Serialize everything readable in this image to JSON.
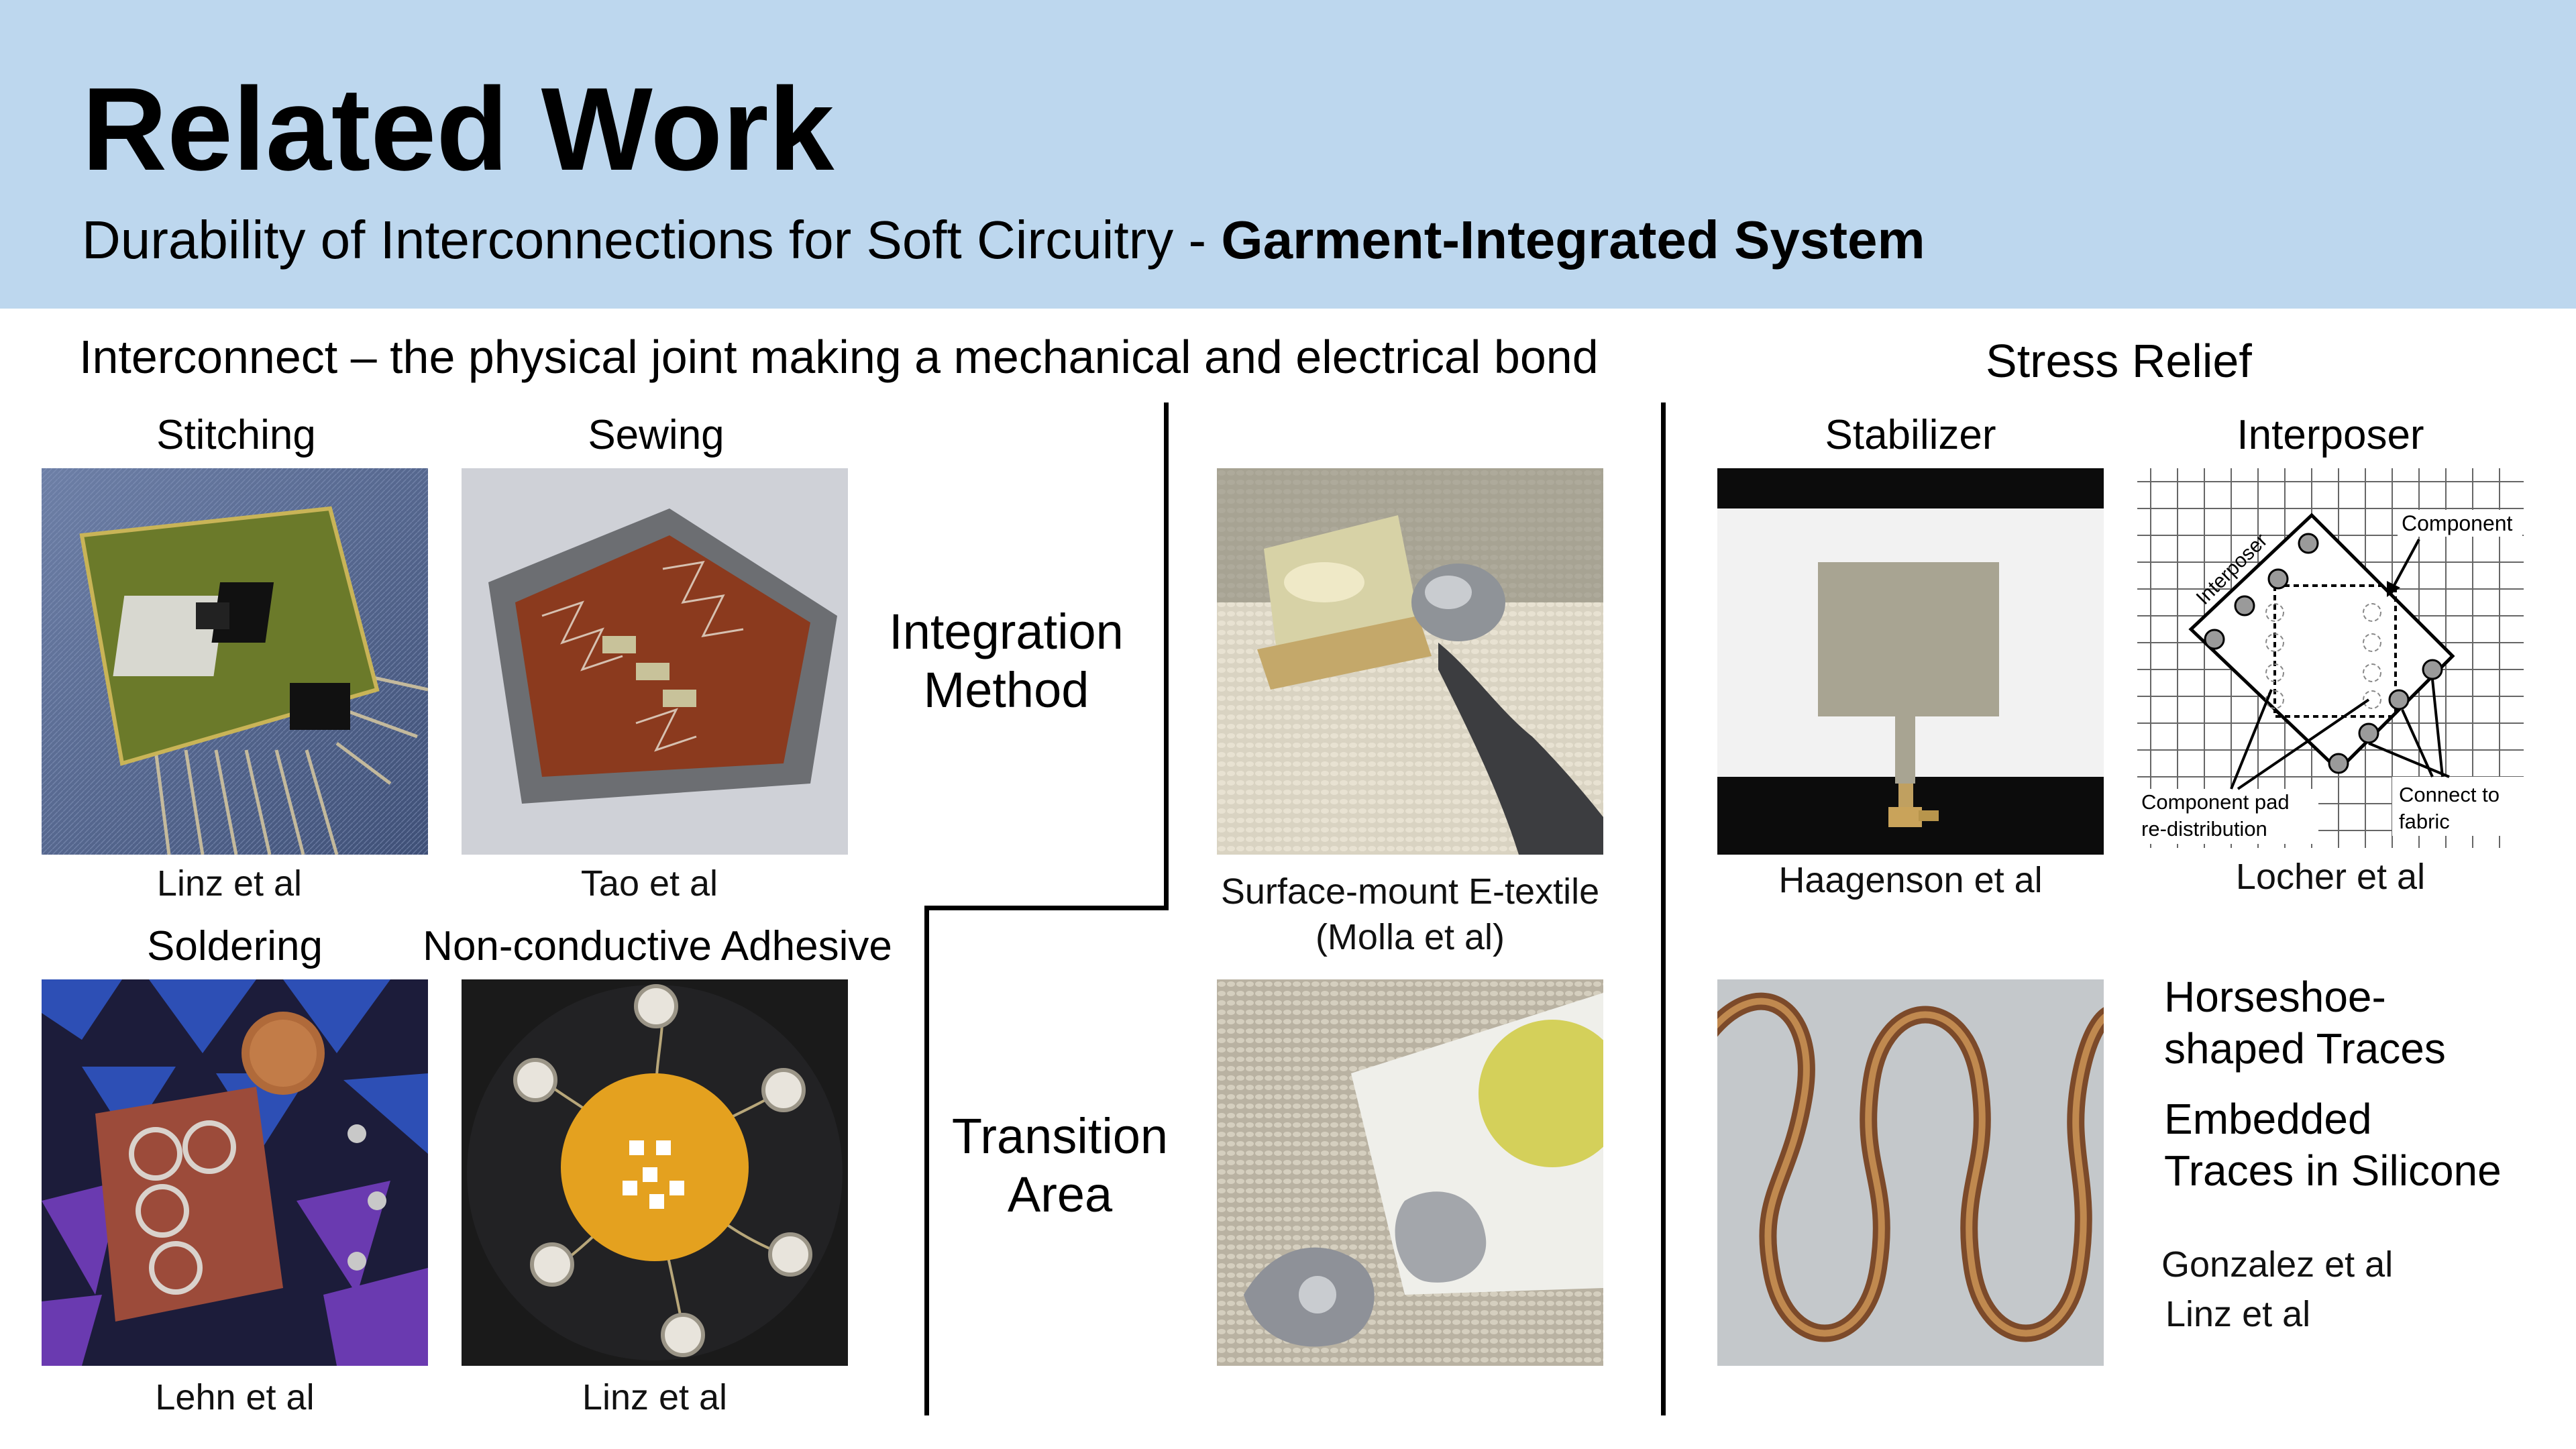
{
  "header": {
    "title": "Related Work",
    "subtitle_main": "Durability of Interconnections for Soft Circuitry - ",
    "subtitle_bold": "Garment-Integrated System"
  },
  "interconnect": {
    "heading": "Interconnect – the physical joint making a mechanical and electrical bond",
    "items": [
      {
        "label": "Stitching",
        "caption": "Linz et al"
      },
      {
        "label": "Sewing",
        "caption": "Tao et al"
      },
      {
        "label": "Soldering",
        "caption": "Lehn et al"
      },
      {
        "label": "Non-conductive Adhesive",
        "caption": "Linz et al"
      }
    ]
  },
  "middle": {
    "integration_line1": "Integration",
    "integration_line2": "Method",
    "transition_line1": "Transition",
    "transition_line2": "Area",
    "caption_line1": "Surface-mount E-textile",
    "caption_line2": "(Molla et al)"
  },
  "stress_relief": {
    "heading": "Stress Relief",
    "stabilizer_label": "Stabilizer",
    "stabilizer_caption": "Haagenson et al",
    "interposer_label": "Interposer",
    "interposer_caption": "Locher et al",
    "diagram": {
      "interposer_text": "Interposer",
      "component_text": "Component",
      "pad_line1": "Component pad",
      "pad_line2": "re-distribution",
      "connect_line1": "Connect to",
      "connect_line2": "fabric"
    },
    "horseshoe_line1": "Horseshoe-",
    "horseshoe_line2": "shaped Traces",
    "embedded_line1": "Embedded",
    "embedded_line2": "Traces in Silicone",
    "ref1": "Gonzalez et al",
    "ref2": "Linz et al"
  },
  "colors": {
    "header_bg": "#bdd7ee",
    "divider": "#000000"
  }
}
